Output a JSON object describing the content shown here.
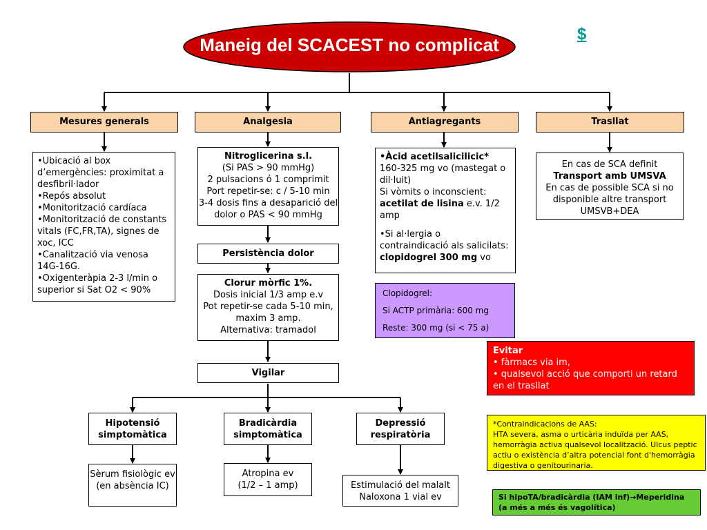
{
  "title": "Maneig del SCACEST no complicat",
  "link_symbol": "$",
  "headers": {
    "mesures": "Mesures generals",
    "analgesia": "Analgesia",
    "antiagregants": "Antiagregants",
    "trasllat": "Trasllat"
  },
  "mesures_items": [
    "•Ubicació al box d’emergències: proximitat a desfibril·lador",
    "•Repós absolut",
    "•Monitorització cardíaca",
    "•Monitorització de constants vitals (FC,FR,TA), signes de xoc, ICC",
    "•Canalització via venosa 14G-16G.",
    "•Oxigenteràpia  2-3 l/min o superior si Sat O2 < 90%"
  ],
  "nitro": {
    "title": "Nitroglicerina s.l.",
    "lines": [
      "(Si PAS > 90 mmHg)",
      "2 pulsacions ó 1 comprimit",
      "Port repetir-se: c / 5-10 min",
      "3-4 dosis fins a desaparició del dolor o PAS < 90 mmHg"
    ]
  },
  "persistencia": "Persistència dolor",
  "morfic": {
    "title": "Clorur mòrfic 1%.",
    "lines": [
      "Dosis inicial 1/3 amp e.v",
      "Pot repetir-se cada 5-10 min, maxim 3 amp.",
      "Alternativa: tramadol"
    ]
  },
  "vigilar": "Vigilar",
  "hipotensio": {
    "label": "Hipotensió simptomàtica",
    "tx": [
      "Sèrum fisiològic ev",
      "(en absència IC)"
    ]
  },
  "bradicardia": {
    "label": "Bradicàrdia simptomàtica",
    "tx": [
      "Atropina ev",
      "(1/2 – 1 amp)"
    ]
  },
  "depressio": {
    "label": "Depressió respiratòria",
    "tx": [
      "Estimulació del malalt",
      "Naloxona 1 vial ev"
    ]
  },
  "aas": {
    "bullet1_bold": "•Àcid acetilsalicilicic*",
    "bullet1_text": "160-325 mg vo (mastegat o dil·luit)",
    "vomits": "Si vòmits o inconscient: ",
    "acetilat_bold": "acetilat de lisina",
    "acetilat_text": " e.v. 1/2 amp",
    "bullet2_text": "•Si al·lergia o contraindicació als salicilats: ",
    "clopi_bold": "clopidogrel 300 mg",
    "clopi_text": " vo"
  },
  "clopidogrel_box": [
    "Clopidogrel:",
    "Si ACTP primària: 600 mg",
    "Reste: 300 mg (si < 75 a)"
  ],
  "trasllat_box": {
    "line1": "En cas de SCA definit",
    "bold1": "Transport amb UMSVA",
    "line2": "En cas de possible SCA si no disponible altre transport UMSVB+DEA"
  },
  "evitar": {
    "title": "Evitar",
    "items": [
      "• fàrmacs via im,",
      "• qualsevol acció que comporti un retard en el trasllat"
    ]
  },
  "contraindicacions": {
    "title": "*Contraindicacions de AAS:",
    "text": "HTA severa, asma o urticària induïda per AAS, hemorràgia activa qualsevol localització. Ulcus peptic actiu o existència  d’altra potencial font d'hemorràgia digestiva o genitourinaria."
  },
  "hipota_note": "Si hipoTA/bradicàrdia (IAM inf)→Meperidina (a més a més és vagolítica)",
  "colors": {
    "header_fill": "#fbd4a9",
    "title_fill": "#cc0000",
    "clopi_fill": "#cc99ff",
    "evitar_fill": "#ff0000",
    "contra_fill": "#ffff00",
    "note_fill": "#66cc33",
    "link": "#009999"
  }
}
